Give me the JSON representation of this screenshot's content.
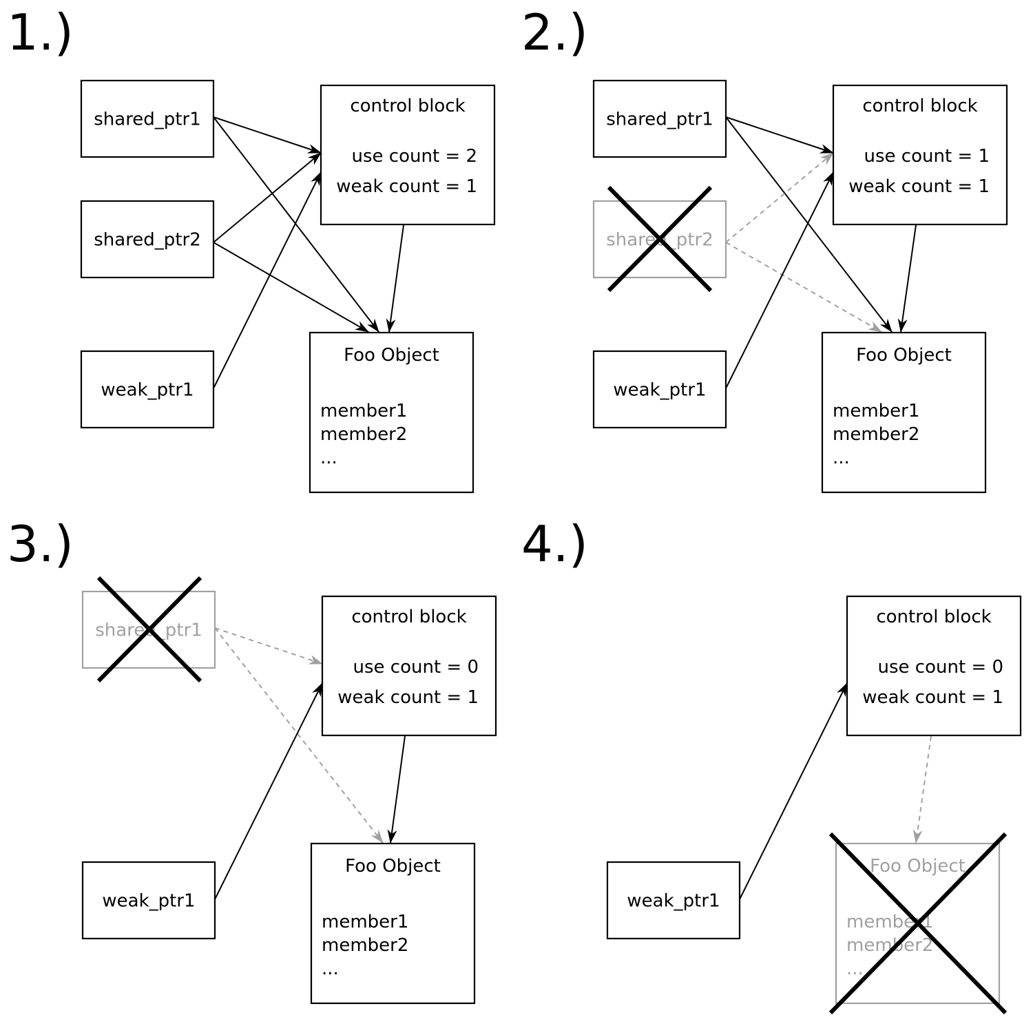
{
  "panels": [
    {
      "label": "1.)",
      "nodes": {
        "shared_ptr1": {
          "text": "shared_ptr1",
          "faded": false,
          "crossed": false
        },
        "shared_ptr2": {
          "text": "shared_ptr2",
          "faded": false,
          "crossed": false
        },
        "weak_ptr1": {
          "text": "weak_ptr1",
          "faded": false,
          "crossed": false
        },
        "control_block": {
          "title": "control block",
          "use_count": "use count = 2",
          "weak_count": "weak count = 1"
        },
        "foo_object": {
          "title": "Foo Object",
          "members": [
            "member1",
            "member2",
            "..."
          ],
          "faded": false,
          "crossed": false
        }
      },
      "edges": [
        {
          "from": "shared_ptr1",
          "to": "control_block",
          "style": "solid"
        },
        {
          "from": "shared_ptr1",
          "to": "foo_object",
          "style": "solid"
        },
        {
          "from": "shared_ptr2",
          "to": "control_block",
          "style": "solid"
        },
        {
          "from": "shared_ptr2",
          "to": "foo_object",
          "style": "solid"
        },
        {
          "from": "weak_ptr1",
          "to": "control_block",
          "style": "solid"
        },
        {
          "from": "control_block",
          "to": "foo_object",
          "style": "solid"
        }
      ]
    },
    {
      "label": "2.)",
      "nodes": {
        "shared_ptr1": {
          "text": "shared_ptr1",
          "faded": false,
          "crossed": false
        },
        "shared_ptr2": {
          "text": "shared_ptr2",
          "faded": true,
          "crossed": true
        },
        "weak_ptr1": {
          "text": "weak_ptr1",
          "faded": false,
          "crossed": false
        },
        "control_block": {
          "title": "control block",
          "use_count": "use count = 1",
          "weak_count": "weak count = 1"
        },
        "foo_object": {
          "title": "Foo Object",
          "members": [
            "member1",
            "member2",
            "..."
          ],
          "faded": false,
          "crossed": false
        }
      },
      "edges": [
        {
          "from": "shared_ptr1",
          "to": "control_block",
          "style": "solid"
        },
        {
          "from": "shared_ptr1",
          "to": "foo_object",
          "style": "solid"
        },
        {
          "from": "shared_ptr2",
          "to": "control_block",
          "style": "dashed"
        },
        {
          "from": "shared_ptr2",
          "to": "foo_object",
          "style": "dashed"
        },
        {
          "from": "weak_ptr1",
          "to": "control_block",
          "style": "solid"
        },
        {
          "from": "control_block",
          "to": "foo_object",
          "style": "solid"
        }
      ]
    },
    {
      "label": "3.)",
      "nodes": {
        "shared_ptr1": {
          "text": "shared_ptr1",
          "faded": true,
          "crossed": true
        },
        "weak_ptr1": {
          "text": "weak_ptr1",
          "faded": false,
          "crossed": false
        },
        "control_block": {
          "title": "control block",
          "use_count": "use count = 0",
          "weak_count": "weak count = 1"
        },
        "foo_object": {
          "title": "Foo Object",
          "members": [
            "member1",
            "member2",
            "..."
          ],
          "faded": false,
          "crossed": false
        }
      },
      "edges": [
        {
          "from": "shared_ptr1",
          "to": "control_block",
          "style": "dashed"
        },
        {
          "from": "shared_ptr1",
          "to": "foo_object",
          "style": "dashed"
        },
        {
          "from": "weak_ptr1",
          "to": "control_block",
          "style": "solid"
        },
        {
          "from": "control_block",
          "to": "foo_object",
          "style": "solid"
        }
      ]
    },
    {
      "label": "4.)",
      "nodes": {
        "weak_ptr1": {
          "text": "weak_ptr1",
          "faded": false,
          "crossed": false
        },
        "control_block": {
          "title": "control block",
          "use_count": "use count = 0",
          "weak_count": "weak count = 1"
        },
        "foo_object": {
          "title": "Foo Object",
          "members": [
            "member1",
            "member2",
            "..."
          ],
          "faded": true,
          "crossed": true
        }
      },
      "edges": [
        {
          "from": "weak_ptr1",
          "to": "control_block",
          "style": "solid"
        },
        {
          "from": "control_block",
          "to": "foo_object",
          "style": "dashed"
        }
      ]
    }
  ]
}
